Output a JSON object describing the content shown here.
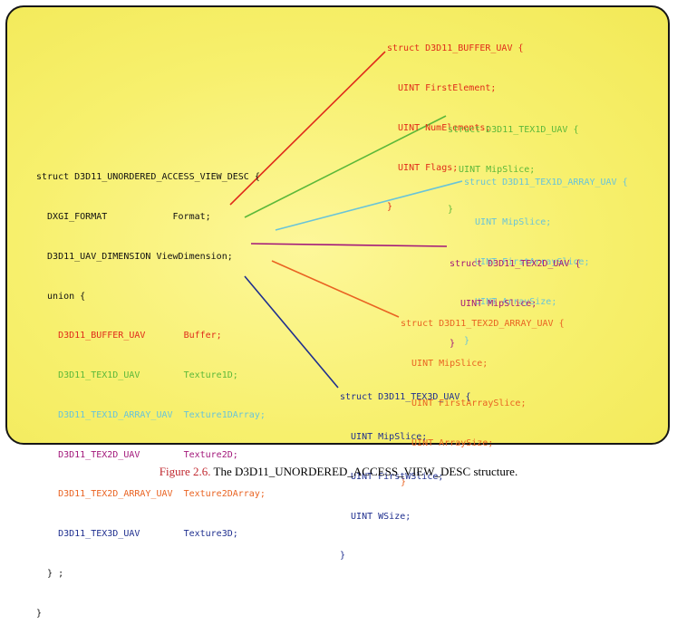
{
  "colors": {
    "red": "#e02b1a",
    "green": "#5cb83a",
    "cyan": "#69c4d8",
    "magenta": "#a2177a",
    "orange": "#e96322",
    "blue": "#1f2f8f",
    "black": "#111111"
  },
  "main_struct": {
    "header": "struct D3D11_UNORDERED_ACCESS_VIEW_DESC {",
    "format_line": "  DXGI_FORMAT            Format;",
    "dimension_line": "  D3D11_UAV_DIMENSION ViewDimension;",
    "union_open": "  union {",
    "members": [
      {
        "type": "    D3D11_BUFFER_UAV       ",
        "name": "Buffer;"
      },
      {
        "type": "    D3D11_TEX1D_UAV        ",
        "name": "Texture1D;"
      },
      {
        "type": "    D3D11_TEX1D_ARRAY_UAV  ",
        "name": "Texture1DArray;"
      },
      {
        "type": "    D3D11_TEX2D_UAV        ",
        "name": "Texture2D;"
      },
      {
        "type": "    D3D11_TEX2D_ARRAY_UAV  ",
        "name": "Texture2DArray;"
      },
      {
        "type": "    D3D11_TEX3D_UAV        ",
        "name": "Texture3D;"
      }
    ],
    "union_close": "  } ;",
    "close": "}"
  },
  "sub_structs": [
    {
      "lines": [
        "struct D3D11_BUFFER_UAV {",
        "  UINT FirstElement;",
        "  UINT NumElements;",
        "  UINT Flags;",
        "}"
      ]
    },
    {
      "lines": [
        "struct D3D11_TEX1D_UAV {",
        "  UINT MipSlice;",
        "}"
      ]
    },
    {
      "lines": [
        "struct D3D11_TEX1D_ARRAY_UAV {",
        "  UINT MipSlice;",
        "  UINT FirstArraySlice;",
        "  UINT ArraySize;",
        "}"
      ]
    },
    {
      "lines": [
        "struct D3D11_TEX2D_UAV {",
        "  UINT MipSlice;",
        "}"
      ]
    },
    {
      "lines": [
        "struct D3D11_TEX2D_ARRAY_UAV {",
        "  UINT MipSlice;",
        "  UINT FirstArraySlice;",
        "  UINT ArraySize;",
        "}"
      ]
    },
    {
      "lines": [
        "struct D3D11_TEX3D_UAV {",
        "  UINT MipSlice;",
        "  UINT FirstWSlice;",
        "  UINT WSize;",
        "}"
      ]
    }
  ],
  "caption": {
    "figure_label": "Figure 2.6.",
    "text": " The D3D11_UNORDERED_ACCESS_VIEW_DESC structure."
  }
}
